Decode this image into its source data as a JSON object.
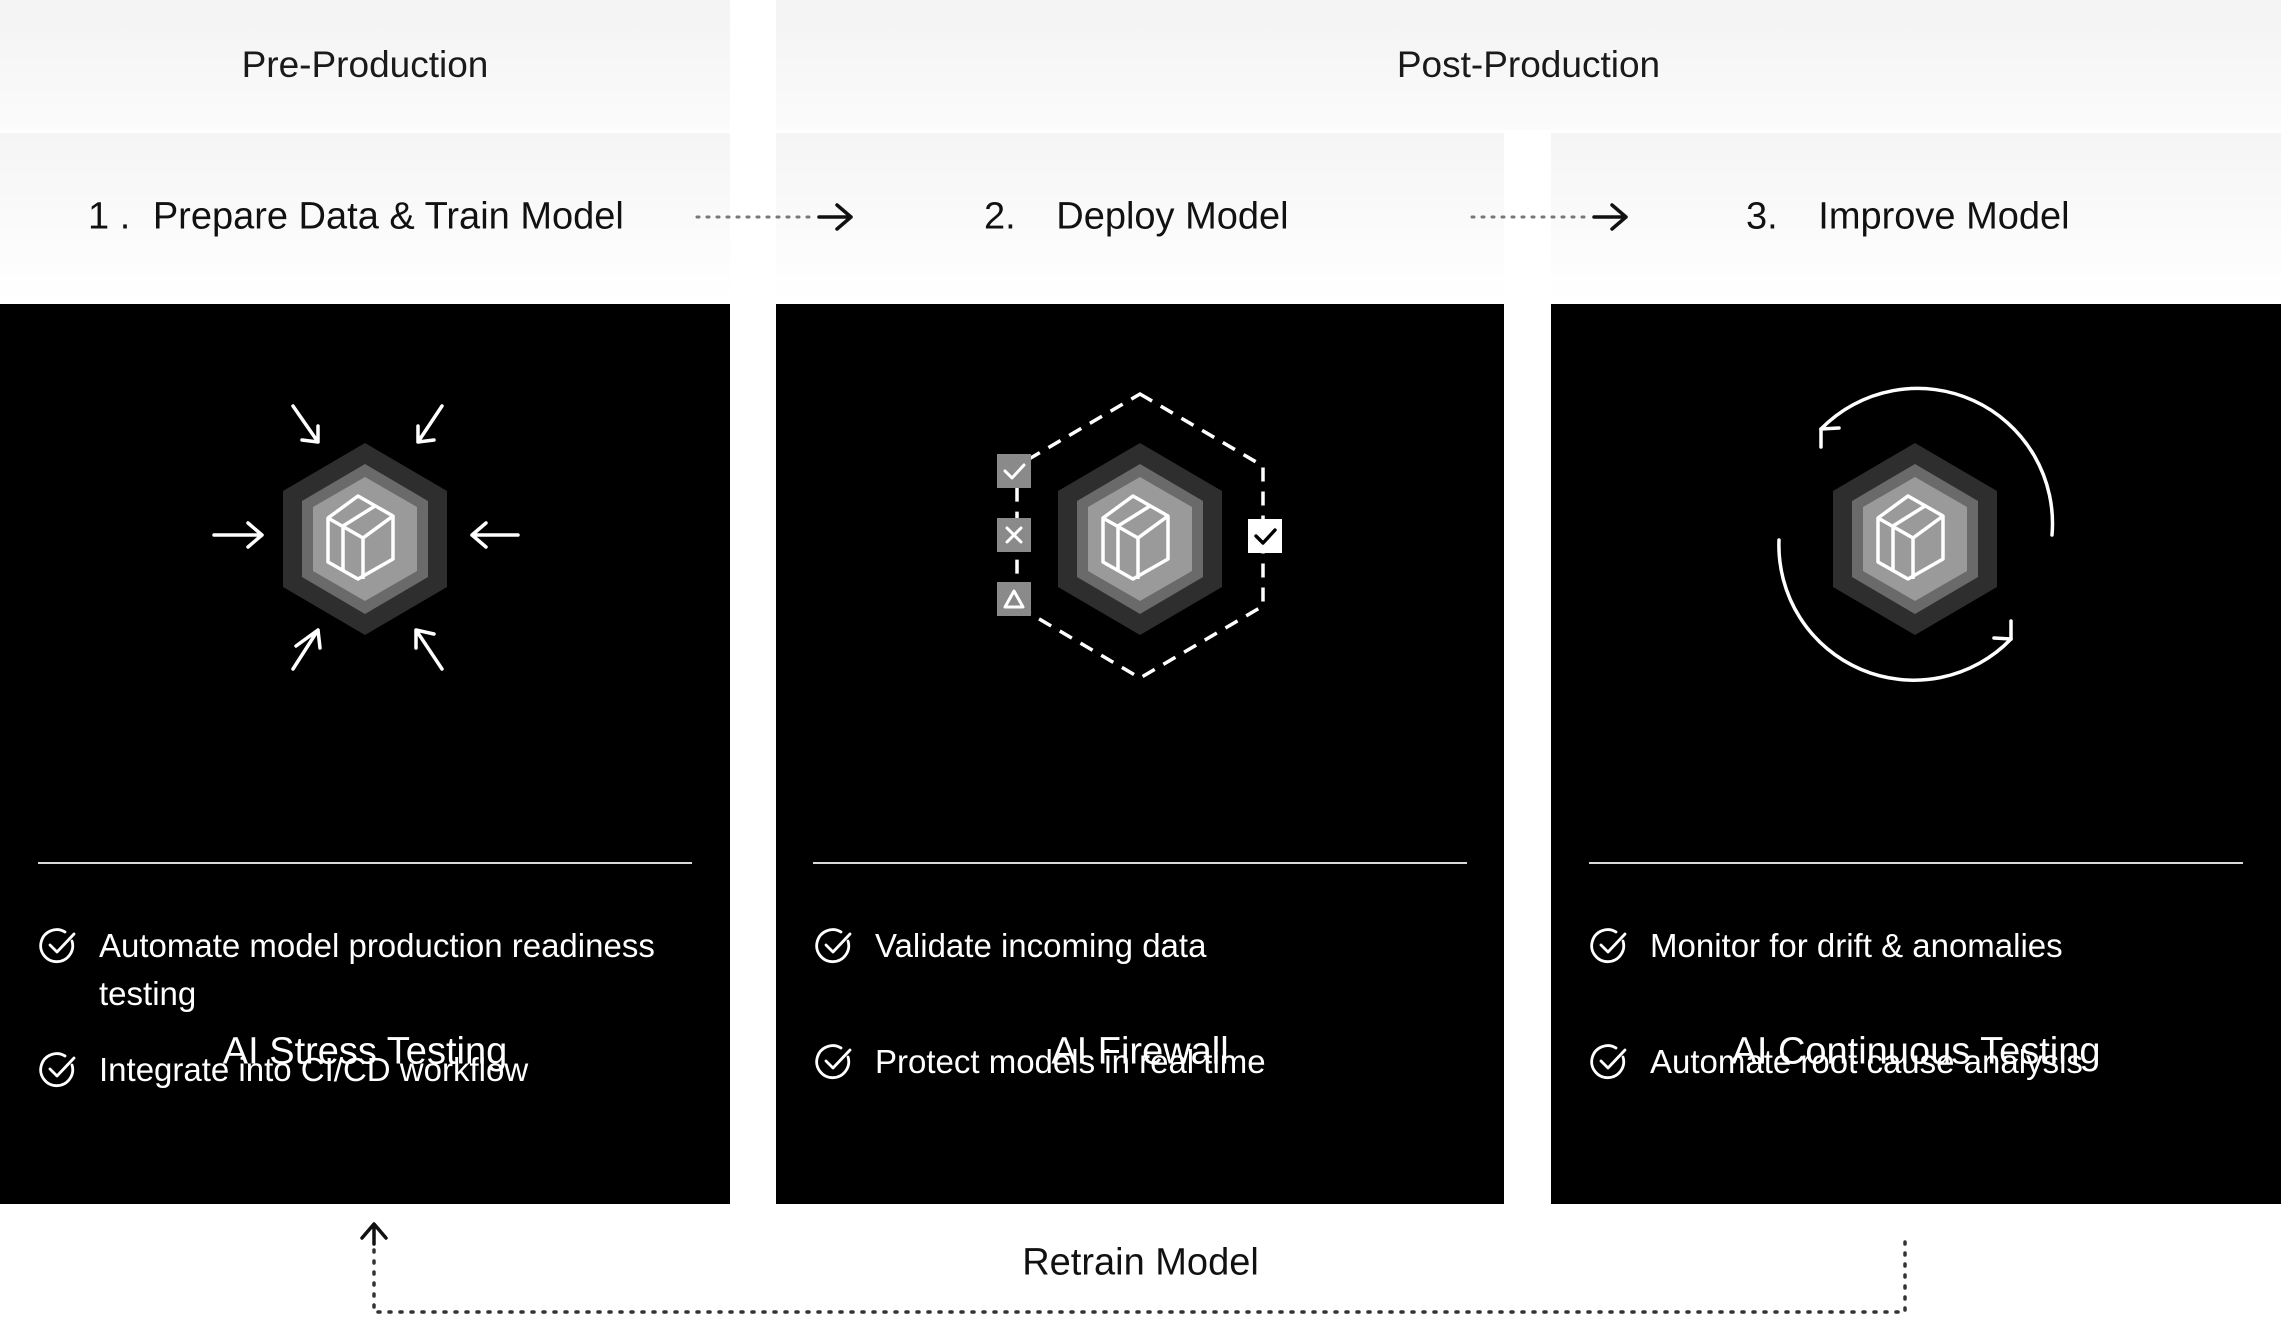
{
  "phases": {
    "pre": "Pre-Production",
    "post": "Post-Production"
  },
  "steps": [
    {
      "number": "1 .",
      "label": "Prepare Data & Train Model"
    },
    {
      "number": "2.",
      "label": "Deploy Model"
    },
    {
      "number": "3.",
      "label": "Improve Model"
    }
  ],
  "cards": [
    {
      "title": "AI Stress Testing",
      "icon": "hexagon-stress-test-icon",
      "bullets": [
        "Automate model production readiness testing",
        "Integrate into CI/CD workflow"
      ]
    },
    {
      "title": "AI Firewall",
      "icon": "hexagon-firewall-icon",
      "bullets": [
        "Validate incoming data",
        "Protect models in real time"
      ]
    },
    {
      "title": "AI Continuous Testing",
      "icon": "hexagon-continuous-icon",
      "bullets": [
        "Monitor for drift & anomalies",
        "Automate root cause analysis"
      ]
    }
  ],
  "retrain": "Retrain Model",
  "colors": {
    "card_bg": "#000000",
    "header_bg": "#f3f3f3",
    "hex_outer": "#2e2e2e",
    "hex_mid": "#6a6a6a",
    "hex_inner": "#9a9a9a"
  }
}
